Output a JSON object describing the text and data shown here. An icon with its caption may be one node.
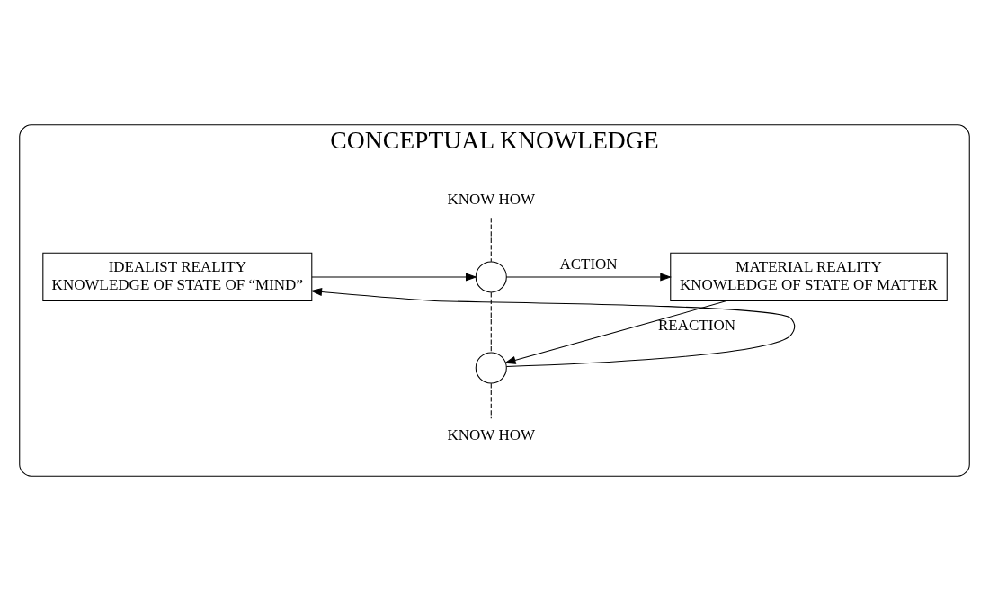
{
  "diagram": {
    "nodes": [
      {
        "text": [
          "CONCEPTUAL KNOWLEDGE"
        ]
      },
      {
        "text": [
          "IDEALIST REALITY",
          "KNOWLEDGE OF STATE OF “MIND”"
        ],
        "in": 0
      },
      {
        "text": [],
        "shape": "circle",
        "in": 0
      },
      {
        "text": [],
        "shape": "circle",
        "in": 0
      },
      {
        "text": [
          "MATERIAL REALITY",
          "KNOWLEDGE OF STATE OF MATTER"
        ],
        "in": 0
      },
      {
        "text": [
          "KNOW HOW"
        ],
        "in": 0
      },
      {
        "text": [
          "KNOW HOW"
        ],
        "in": 0
      }
    ],
    "edges": [
      {
        "from": 1,
        "to": 2,
        "arrow": "to"
      },
      {
        "from": 2,
        "to": 4,
        "arrow": "to",
        "label": "ACTION"
      },
      {
        "from": 4,
        "to": 3,
        "arrow": "to",
        "label": "REACTION"
      },
      {
        "from": 3,
        "to": 1,
        "arrow": "to"
      },
      {
        "from": 5,
        "to": 2,
        "arrow": "none",
        "style": "dashed"
      },
      {
        "from": 2,
        "to": 3,
        "arrow": "none",
        "style": "dashed"
      },
      {
        "from": 3,
        "to": 6,
        "arrow": "none",
        "style": "dashed"
      }
    ]
  }
}
